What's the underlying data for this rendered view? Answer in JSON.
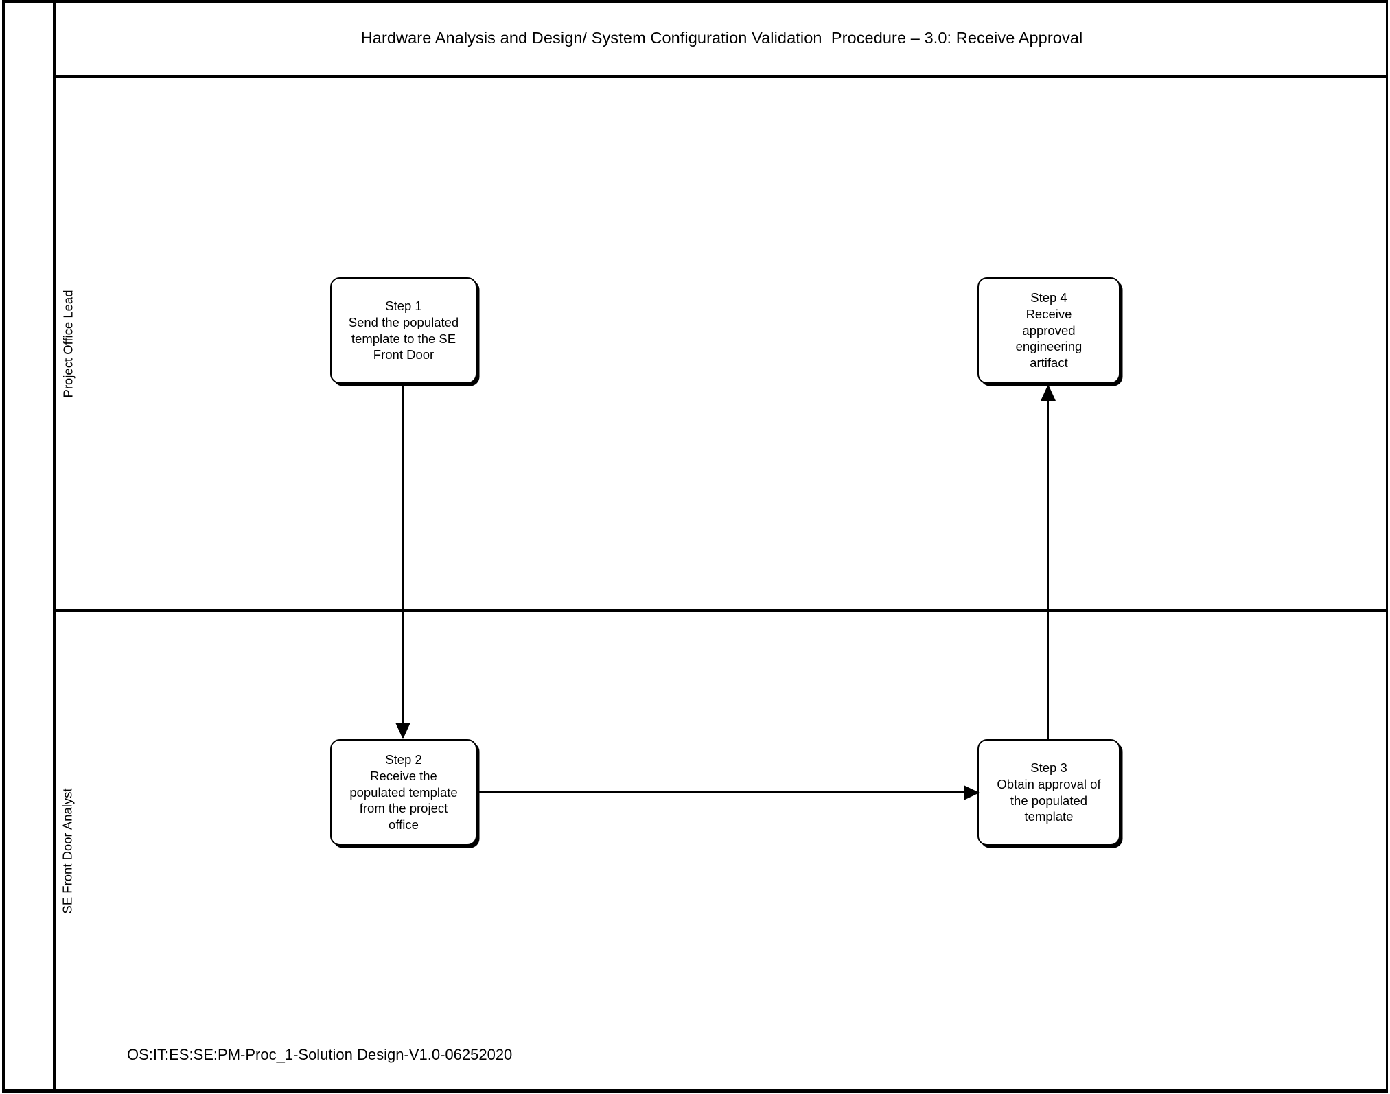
{
  "document": {
    "title": "Hardware Analysis and Design/ System Configuration Validation  Procedure – 3.0: Receive Approval",
    "footer_code": "OS:IT:ES:SE:PM-Proc_1-Solution Design-V1.0-06252020"
  },
  "lanes": [
    {
      "id": "project-office-lead",
      "label": "Project Office Lead"
    },
    {
      "id": "se-front-door-analyst",
      "label": "SE Front Door Analyst"
    }
  ],
  "nodes": [
    {
      "id": "step-1",
      "lane": "project-office-lead",
      "shape": "rounded-rectangle",
      "text": "Step 1\nSend the populated\ntemplate to the SE\nFront Door"
    },
    {
      "id": "step-4",
      "lane": "project-office-lead",
      "shape": "rounded-rectangle",
      "text": "Step 4\nReceive\napproved\nengineering\nartifact"
    },
    {
      "id": "step-2",
      "lane": "se-front-door-analyst",
      "shape": "rounded-rectangle",
      "text": "Step 2\nReceive the\npopulated template\nfrom the project\noffice"
    },
    {
      "id": "step-3",
      "lane": "se-front-door-analyst",
      "shape": "rounded-rectangle",
      "text": "Step 3\nObtain approval of\nthe populated\ntemplate"
    }
  ],
  "connectors": [
    {
      "id": "step-1-to-step-2",
      "from": "step-1",
      "to": "step-2",
      "direction": "down",
      "label": ""
    },
    {
      "id": "step-2-to-step-3",
      "from": "step-2",
      "to": "step-3",
      "direction": "right",
      "label": ""
    },
    {
      "id": "step-3-to-step-4",
      "from": "step-3",
      "to": "step-4",
      "direction": "up",
      "label": ""
    }
  ],
  "style": {
    "line_color": "#000000",
    "node_fill": "#ffffff",
    "background": "#ffffff"
  }
}
